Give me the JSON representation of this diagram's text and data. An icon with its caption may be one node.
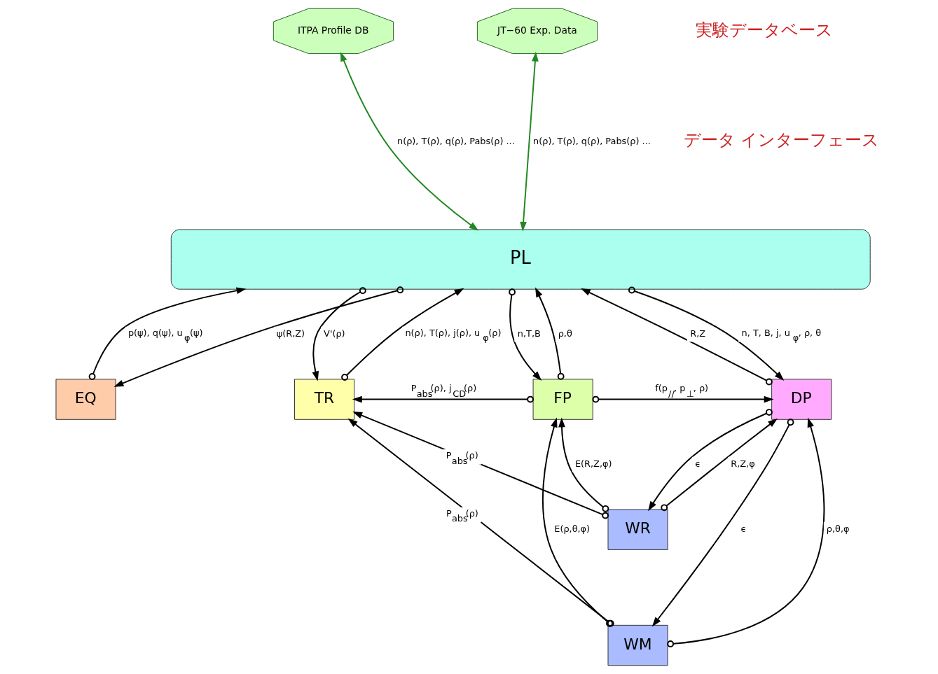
{
  "diagram": {
    "nodes": [
      {
        "text": [
          "ITPA Profile DB"
        ]
      },
      {
        "text": [
          "JT−60 Exp. Data"
        ]
      },
      {
        "text": [
          "PL"
        ]
      },
      {
        "text": [
          "EQ"
        ]
      },
      {
        "text": [
          "TR"
        ]
      },
      {
        "text": [
          "FP"
        ]
      },
      {
        "text": [
          "WR"
        ]
      },
      {
        "text": [
          "WM"
        ]
      },
      {
        "text": [
          "DP"
        ]
      }
    ],
    "edges": [
      {
        "from": 0,
        "to": 2,
        "arrow": "both",
        "color": "#228822",
        "label": "n(ρ), T(ρ), q(ρ), Pabs(ρ) ..."
      },
      {
        "from": 1,
        "to": 2,
        "arrow": "both",
        "color": "#228822",
        "label": "n(ρ), T(ρ), q(ρ), Pabs(ρ) ..."
      },
      {
        "from": 3,
        "to": 2,
        "arrow": "to",
        "label": "p(ψ), q(ψ), u$_{φ}$(ψ)"
      },
      {
        "from": 2,
        "to": 3,
        "arrow": "to",
        "label": "ψ(R,Z)"
      },
      {
        "from": 2,
        "to": 4,
        "arrow": "to",
        "label": "V'(ρ)"
      },
      {
        "from": 4,
        "to": 2,
        "arrow": "to",
        "label": "n(ρ), T(ρ), j(ρ), u$_{φ}$(ρ)"
      },
      {
        "from": 5,
        "to": 2,
        "arrow": "to",
        "label": "ρ,θ"
      },
      {
        "from": 2,
        "to": 5,
        "arrow": "to",
        "label": "n,T,B"
      },
      {
        "from": 8,
        "to": 2,
        "arrow": "to",
        "label": "R,Z"
      },
      {
        "from": 2,
        "to": 8,
        "arrow": "to",
        "label": "n, T, B, j, u$_{φ}$, ρ, θ"
      },
      {
        "from": 5,
        "to": 4,
        "arrow": "to",
        "label": "P$_{abs}$(ρ), j$_{CD}$(ρ)"
      },
      {
        "from": 6,
        "to": 5,
        "arrow": "to",
        "label": "E(R,Z,φ)"
      },
      {
        "from": 7,
        "to": 5,
        "arrow": "to",
        "label": "E(ρ,θ,φ)"
      },
      {
        "from": 6,
        "to": 8,
        "arrow": "to",
        "label": "R,Z,φ"
      },
      {
        "from": 8,
        "to": 6,
        "arrow": "to",
        "label": "ϵ"
      },
      {
        "from": 7,
        "to": 8,
        "arrow": "to",
        "label": "ρ,θ,φ"
      },
      {
        "from": 8,
        "to": 7,
        "arrow": "to",
        "label": "ϵ"
      },
      {
        "from": 6,
        "to": 4,
        "arrow": "to",
        "label": "P$_{abs}$(ρ)"
      },
      {
        "from": 7,
        "to": 4,
        "arrow": "to",
        "label": "P$_{abs}$(ρ)"
      },
      {
        "from": 5,
        "to": 8,
        "arrow": "to",
        "label": "f(p$_{//}$, p$_{⊥}$, ρ)"
      }
    ],
    "labels": [
      "実験データベース",
      "データ インターフェース"
    ]
  }
}
